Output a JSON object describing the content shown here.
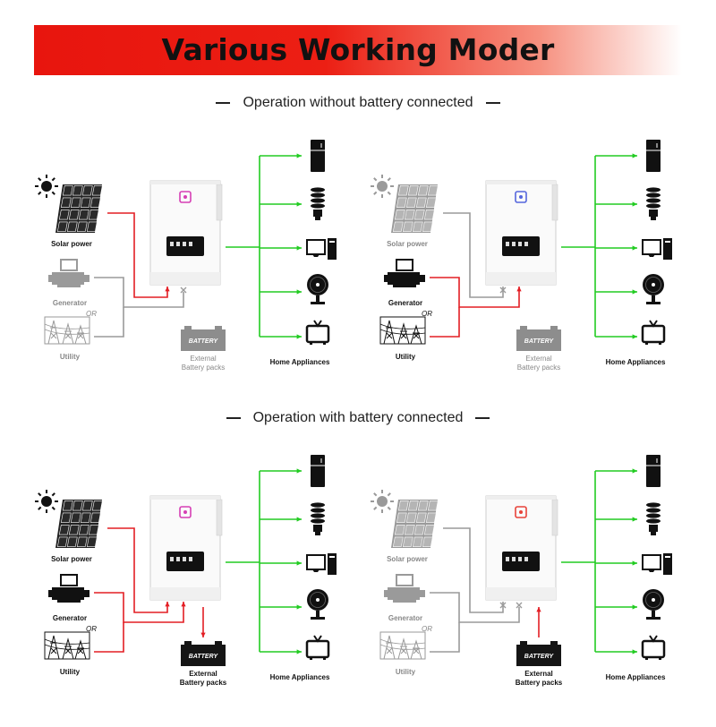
{
  "banner": {
    "title": "Various Working Moder",
    "color": "#e8150e"
  },
  "sections": [
    {
      "title": "Operation without battery connected"
    },
    {
      "title": "Operation with battery connected"
    }
  ],
  "labels": {
    "solar": "Solar power",
    "generator": "Generator",
    "or": "OR",
    "utility": "Utility",
    "battery": "BATTERY",
    "battery_packs": [
      "External",
      "Battery packs"
    ],
    "appliances": "Home Appliances"
  },
  "colors": {
    "source_flow": "#e31e24",
    "load_flow": "#22cc22",
    "inactive": "#9a9a9a"
  },
  "appliance_icons": [
    "refrigerator-icon",
    "cfl-bulb-icon",
    "desktop-computer-icon",
    "fan-icon",
    "tv-icon"
  ],
  "panels": [
    {
      "id": "no-battery-solar",
      "solar_active": true,
      "grid_active": false,
      "battery_connected": false,
      "indicator": "#d63fb5"
    },
    {
      "id": "no-battery-grid",
      "solar_active": false,
      "grid_active": true,
      "battery_connected": false,
      "indicator": "#5566dd"
    },
    {
      "id": "battery-solar-grid",
      "solar_active": true,
      "grid_active": true,
      "battery_connected": true,
      "battery_flow": "charge",
      "indicator": "#d63fb5"
    },
    {
      "id": "battery-discharge",
      "solar_active": false,
      "grid_active": false,
      "battery_connected": true,
      "battery_flow": "discharge",
      "indicator": "#e8433a"
    }
  ]
}
